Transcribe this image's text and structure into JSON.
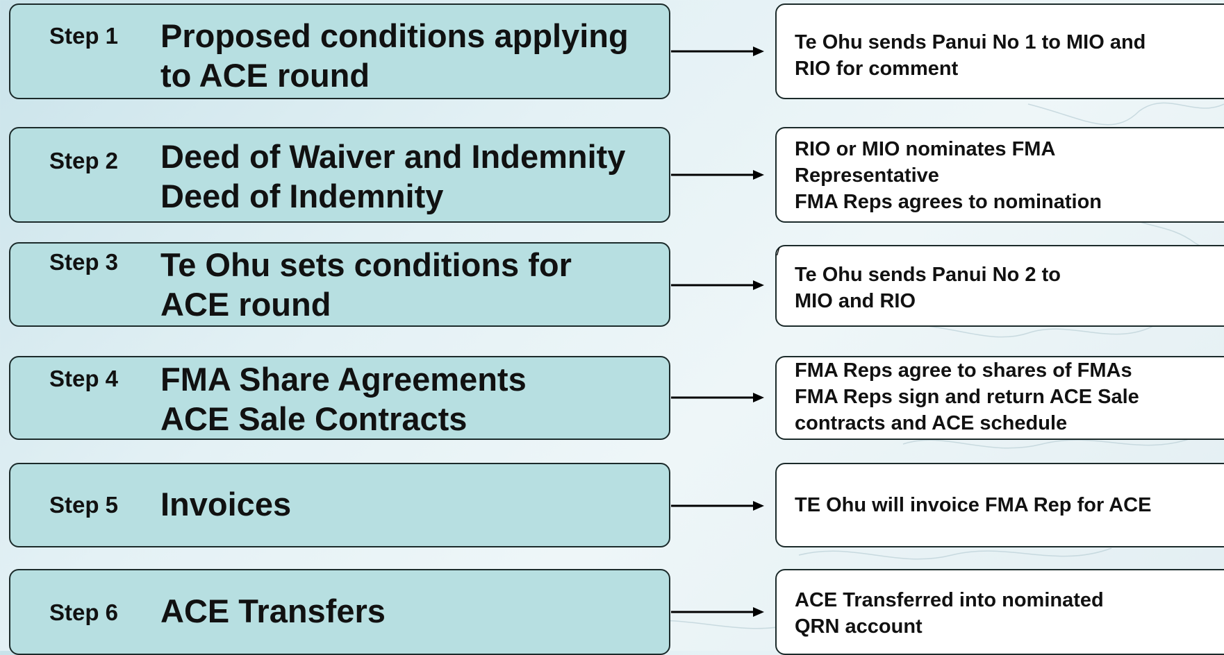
{
  "steps": [
    {
      "label": "Step 1",
      "title": [
        "Proposed conditions applying",
        "to ACE round"
      ],
      "description": [
        "Te Ohu sends Panui No 1 to MIO and",
        "RIO for comment"
      ]
    },
    {
      "label": "Step 2",
      "title": [
        "Deed of Waiver and Indemnity",
        "Deed of Indemnity"
      ],
      "description": [
        "RIO or MIO nominates FMA",
        "Representative",
        "FMA Reps agrees to nomination"
      ]
    },
    {
      "label": "Step 3",
      "title": [
        "Te Ohu sets conditions for",
        "ACE round"
      ],
      "description": [
        "Te Ohu sends Panui No 2 to",
        "MIO and RIO"
      ]
    },
    {
      "label": "Step 4",
      "title": [
        "FMA Share Agreements",
        "ACE Sale Contracts"
      ],
      "description": [
        "FMA  Reps agree to shares of FMAs",
        "FMA Reps sign and return ACE Sale",
        "contracts and ACE schedule"
      ]
    },
    {
      "label": "Step 5",
      "title": [
        "Invoices"
      ],
      "description": [
        "TE Ohu will invoice FMA Rep for ACE"
      ]
    },
    {
      "label": "Step 6",
      "title": [
        "ACE Transfers"
      ],
      "description": [
        "ACE Transferred into nominated",
        "QRN account"
      ]
    }
  ],
  "colors": {
    "step_box_fill": "#b7dfe1",
    "desc_box_fill": "#ffffff",
    "border": "#1b2a2a",
    "text": "#111111"
  }
}
